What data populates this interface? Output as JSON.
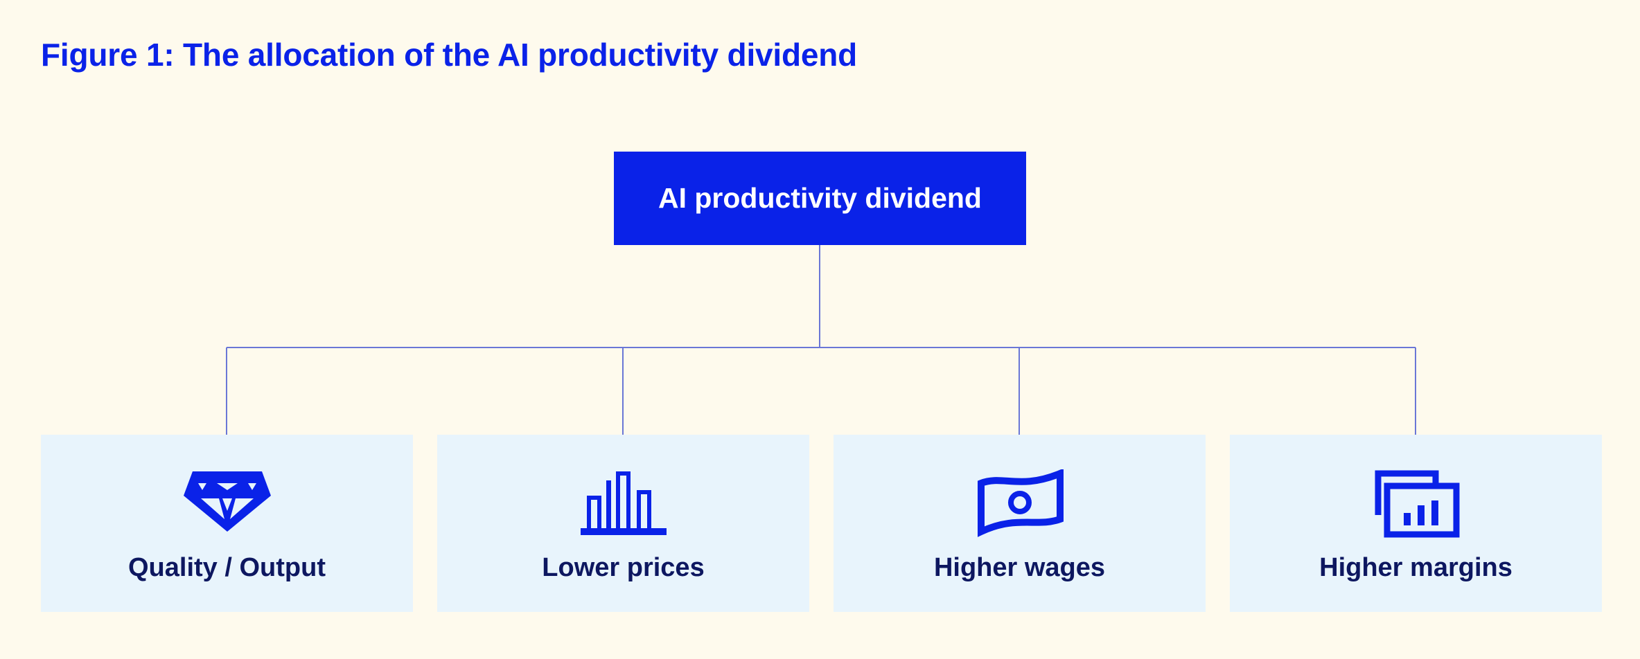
{
  "figure": {
    "title": "Figure 1: The allocation of the AI productivity dividend"
  },
  "root": {
    "label": "AI productivity dividend"
  },
  "children": [
    {
      "label": "Quality / Output",
      "icon": "diamond-icon"
    },
    {
      "label": "Lower prices",
      "icon": "bar-chart-icon"
    },
    {
      "label": "Higher wages",
      "icon": "banknote-icon"
    },
    {
      "label": "Higher margins",
      "icon": "stacked-reports-icon"
    }
  ],
  "colors": {
    "background": "#fefaed",
    "accent": "#0a22e8",
    "card": "#e8f4fc",
    "card_text": "#0d1760",
    "connector": "#6a77d6"
  }
}
